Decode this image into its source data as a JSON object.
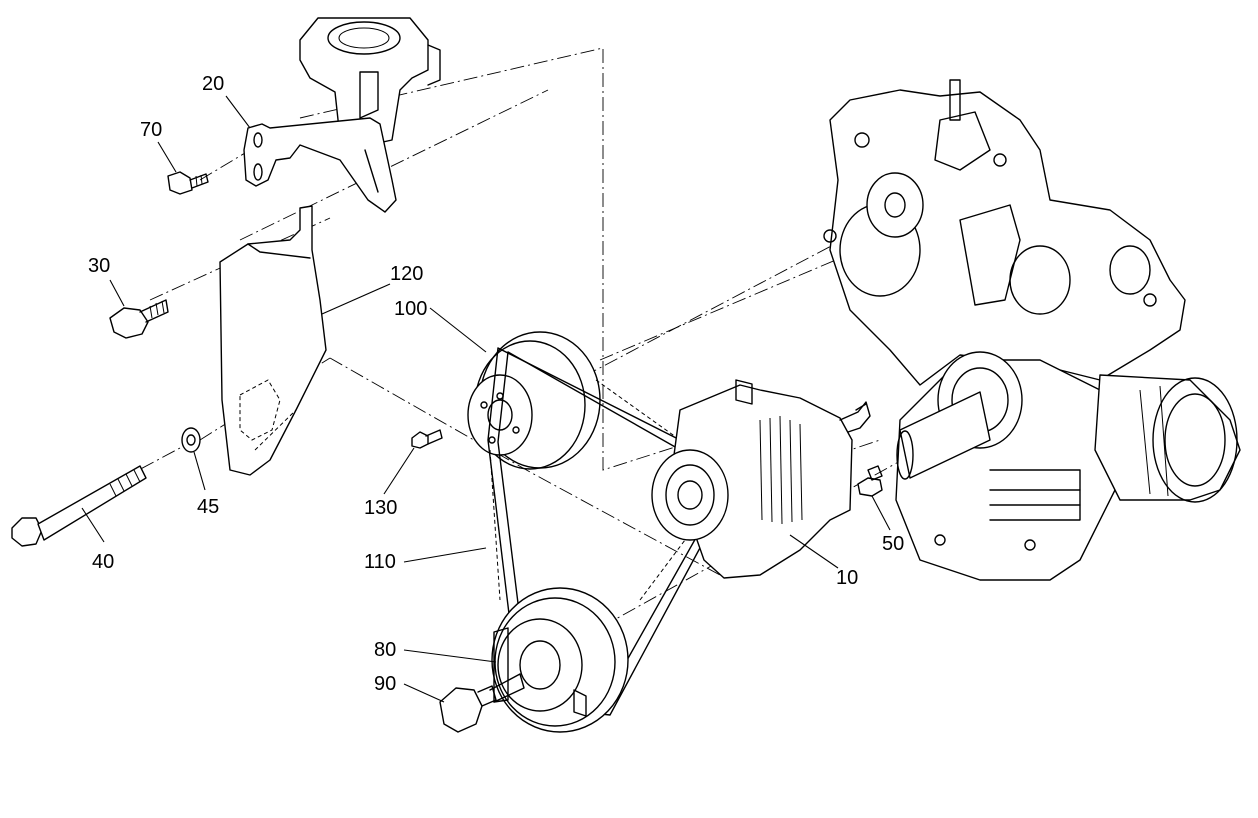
{
  "callouts": {
    "p10": "10",
    "p20": "20",
    "p30": "30",
    "p40": "40",
    "p45": "45",
    "p50": "50",
    "p70": "70",
    "p80": "80",
    "p90": "90",
    "p100": "100",
    "p110": "110",
    "p120": "120",
    "p130": "130"
  }
}
